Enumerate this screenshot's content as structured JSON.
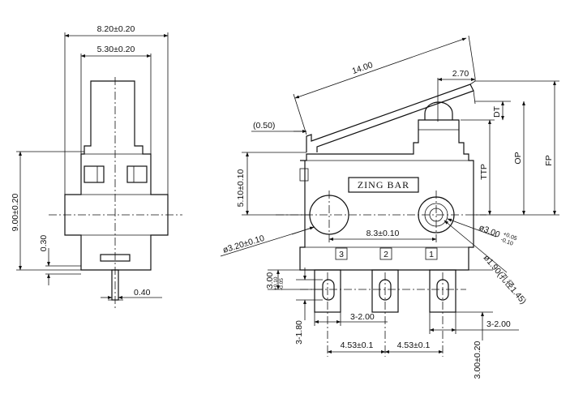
{
  "side_view": {
    "width_overall": "8.20±0.20",
    "width_inner": "5.30±0.20",
    "height": "9.00±0.20",
    "offset": "0.30",
    "pin_thickness": "0.40"
  },
  "front_view": {
    "brand_label": "ZING BAR",
    "lever_length": "14.00",
    "lever_offset": "2.70",
    "lever_gap": "(0.50)",
    "hole_height": "5.10±0.10",
    "hole_diameter_left": "ø3.20±0.10",
    "hole_spacing": "8.3±0.10",
    "hole_diameter_right": "ø3.00",
    "hole_diameter_right_tol_upper": "+0.05",
    "hole_diameter_right_tol_lower": "-0.10",
    "terminal_hole": "ø1.90(孔径1.45)",
    "terminal_labels": [
      "3",
      "2",
      "1"
    ],
    "term_offset": "3.00",
    "term_offset_tol_upper": "+0.10",
    "term_offset_tol_lower": "-0.05",
    "term_width_left": "3-2.00",
    "term_width_right": "3-2.00",
    "term_height": "3-1.80",
    "pitch_left": "4.53±0.1",
    "pitch_right": "4.53±0.1",
    "term_length": "3.00±0.20",
    "travel_dt": "DT",
    "travel_ttp": "TTP",
    "travel_op": "OP",
    "travel_fp": "FP"
  }
}
